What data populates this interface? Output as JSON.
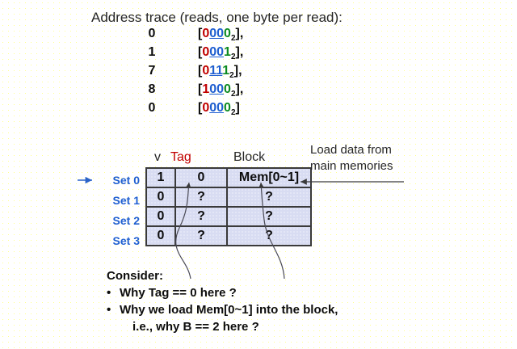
{
  "trace": {
    "title": "Address trace (reads, one byte per read):",
    "rows": [
      {
        "dec": "0",
        "tag": "0",
        "index": "00",
        "offset": "0",
        "sub": "2",
        "suffix": ","
      },
      {
        "dec": "1",
        "tag": "0",
        "index": "00",
        "offset": "1",
        "sub": "2",
        "suffix": ","
      },
      {
        "dec": "7",
        "tag": "0",
        "index": "11",
        "offset": "1",
        "sub": "2",
        "suffix": ","
      },
      {
        "dec": "8",
        "tag": "1",
        "index": "00",
        "offset": "0",
        "sub": "2",
        "suffix": ","
      },
      {
        "dec": "0",
        "tag": "0",
        "index": "00",
        "offset": "0",
        "sub": "2",
        "suffix": ""
      }
    ],
    "colors": {
      "tag": "#c00000",
      "index": "#1f5fd0",
      "offset": "#0b8a20"
    }
  },
  "cache": {
    "headers": {
      "valid": "v",
      "tag": "Tag",
      "block": "Block"
    },
    "set_labels": [
      "Set 0",
      "Set 1",
      "Set 2",
      "Set 3"
    ],
    "rows": [
      {
        "v": "1",
        "tag": "0",
        "block": "Mem[0~1]"
      },
      {
        "v": "0",
        "tag": "?",
        "block": "?"
      },
      {
        "v": "0",
        "tag": "?",
        "block": "?"
      },
      {
        "v": "0",
        "tag": "?",
        "block": "?"
      }
    ]
  },
  "annotations": {
    "load_note_line1": "Load data from",
    "load_note_line2": "main memories"
  },
  "consider": {
    "heading": "Consider:",
    "bullet_glyph": "•",
    "items": [
      "Why Tag == 0 here ?",
      "Why we load Mem[0~1] into the block,"
    ],
    "continuation": "i.e., why B == 2 here ?"
  }
}
